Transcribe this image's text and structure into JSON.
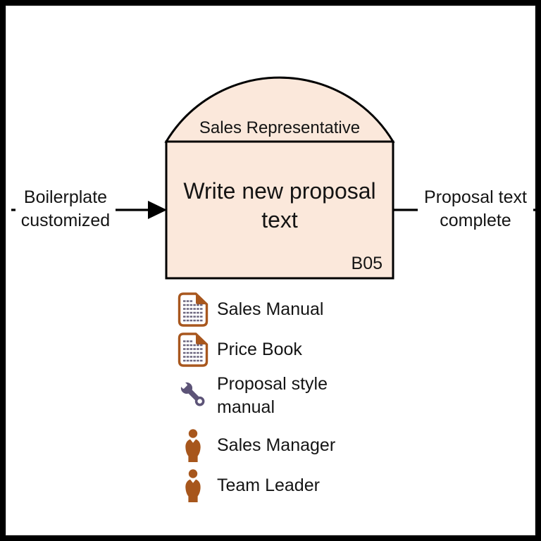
{
  "process": {
    "role": "Sales Representative",
    "title": "Write new proposal text",
    "id": "B05"
  },
  "input": {
    "label": "Boilerplate customized"
  },
  "output": {
    "label": "Proposal text complete"
  },
  "resources": [
    {
      "icon": "document-icon",
      "label": "Sales Manual"
    },
    {
      "icon": "document-icon",
      "label": "Price Book"
    },
    {
      "icon": "wrench-icon",
      "label": "Proposal style manual"
    },
    {
      "icon": "person-icon",
      "label": "Sales Manager"
    },
    {
      "icon": "person-icon",
      "label": "Team Leader"
    }
  ],
  "colors": {
    "shape_fill": "#FBE8DB",
    "shape_stroke": "#000000",
    "document_icon": "#A8571E",
    "document_lines": "#6B657F",
    "wrench_icon": "#5C5377",
    "person_icon": "#A7561C",
    "text": "#141414"
  }
}
